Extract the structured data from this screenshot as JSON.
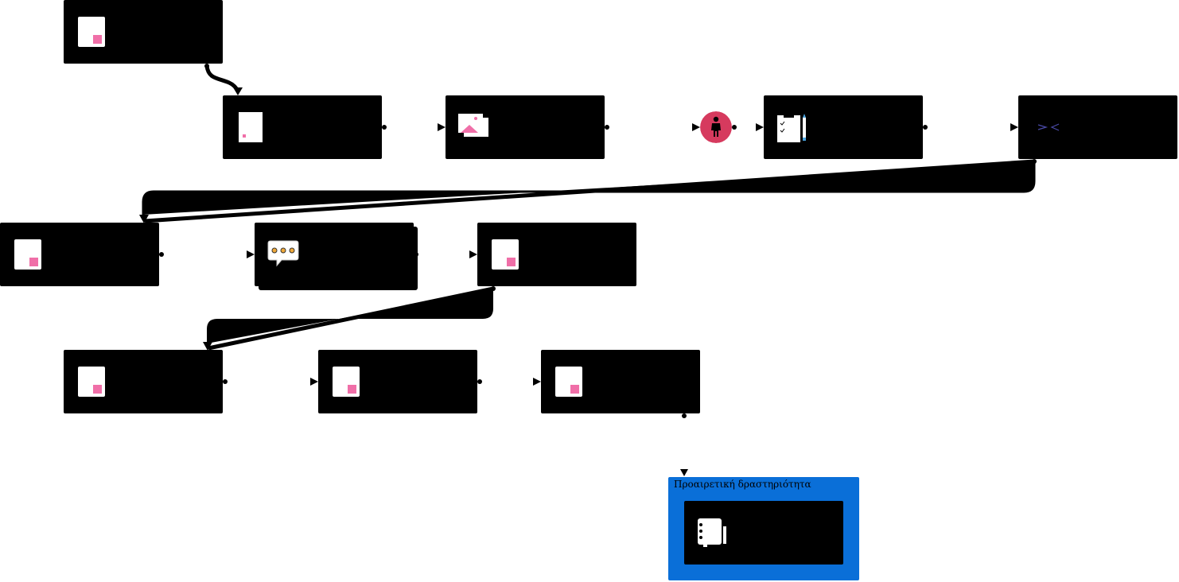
{
  "diagram": {
    "nodes": [
      {
        "id": "page-1",
        "icon": "page-icon"
      },
      {
        "id": "page-2",
        "icon": "small-page-icon"
      },
      {
        "id": "images-1",
        "icon": "image-gallery-icon"
      },
      {
        "id": "person-1",
        "icon": "person-icon"
      },
      {
        "id": "assignment-1",
        "icon": "clipboard-pencil-icon"
      },
      {
        "id": "code-1",
        "icon": "code-brackets-icon"
      },
      {
        "id": "page-3",
        "icon": "page-icon"
      },
      {
        "id": "forum-1",
        "icon": "speech-bubble-icon"
      },
      {
        "id": "page-4",
        "icon": "page-icon"
      },
      {
        "id": "page-5",
        "icon": "page-icon"
      },
      {
        "id": "page-6",
        "icon": "page-icon"
      },
      {
        "id": "page-7",
        "icon": "page-icon"
      },
      {
        "id": "notebook-1",
        "icon": "notebook-pencil-icon"
      }
    ],
    "group": {
      "label": "Προαιρετική δραστηριότητα"
    },
    "colors": {
      "node_fill": "#000000",
      "group_fill": "#0a6fd8",
      "page_accent": "#f06fa8",
      "person_badge": "#d63a5e",
      "connector": "#000000",
      "icon_white": "#ffffff",
      "code_glyph": "#4a4aa8"
    }
  }
}
